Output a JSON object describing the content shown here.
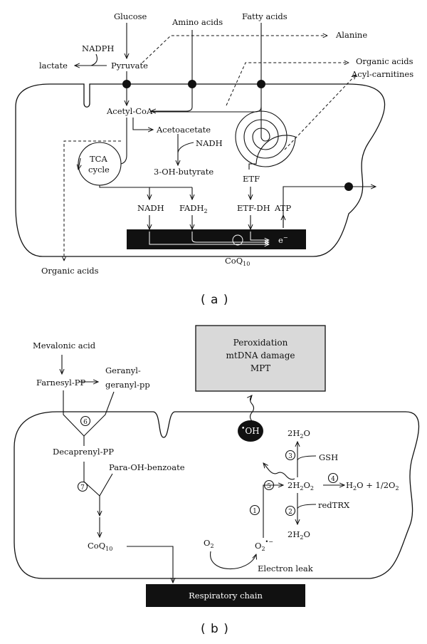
{
  "panel_a": {
    "caption": "( a )",
    "labels": {
      "glucose": "Glucose",
      "amino_acids": "Amino acids",
      "fatty_acids": "Fatty acids",
      "alanine": "Alanine",
      "nadph": "NADPH",
      "lactate": "lactate",
      "pyruvate": "Pyruvate",
      "organic_acids_top": "Organic acids",
      "acyl_carnitines": "Acyl-carnitines",
      "acetyl_coa": "Acetyl-CoA",
      "acetoacetate": "Acetoacetate",
      "nadh_1": "NADH",
      "tca_line1": "TCA",
      "tca_line2": "cycle",
      "butyrate": "3-OH-butyrate",
      "etf": "ETF",
      "nadh_2": "NADH",
      "fadh2": "FADH",
      "fadh2_sub": "2",
      "etf_dh": "ETF-DH",
      "atp": "ATP",
      "e_minus": "e",
      "e_sup": "−",
      "coq10": "CoQ",
      "coq10_sub": "10",
      "organic_acids_bottom": "Organic acids"
    }
  },
  "panel_b": {
    "caption": "( b )",
    "labels": {
      "mevalonic_acid": "Mevalonic acid",
      "farnesyl_pp": "Farnesyl-PP",
      "geranyl_1": "Geranyl-",
      "geranyl_2": "geranyl-pp",
      "box_line1": "Peroxidation",
      "box_line2": "mtDNA damage",
      "box_line3": "MPT",
      "oh_dot": "•",
      "oh": "OH",
      "h2o_a": "2H",
      "h2o_a_sub": "2",
      "h2o_a_end": "O",
      "decaprenyl_pp": "Decaprenyl-PP",
      "para_oh_benzoate": "Para-OH-benzoate",
      "gsh": "GSH",
      "h2o2_main": "2H",
      "h2o2_sub1": "2",
      "h2o2_o": "O",
      "h2o2_sub2": "2",
      "product_1": "H",
      "product_1_sub": "2",
      "product_2": "O + 1/2O",
      "product_2_sub": "2",
      "redtrx": "redTRX",
      "h2o_b": "2H",
      "h2o_b_sub": "2",
      "h2o_b_end": "O",
      "coq10": "CoQ",
      "coq10_sub": "10",
      "o2": "O",
      "o2_sub": "2",
      "superoxide": "O",
      "superoxide_sub": "2",
      "superoxide_sup": "•−",
      "electron_leak": "Electron leak",
      "respiratory_chain": "Respiratory chain",
      "step_1": "1",
      "step_2": "2",
      "step_3": "3",
      "step_4": "4",
      "step_5": "5",
      "step_6": "6",
      "step_7": "7"
    }
  }
}
